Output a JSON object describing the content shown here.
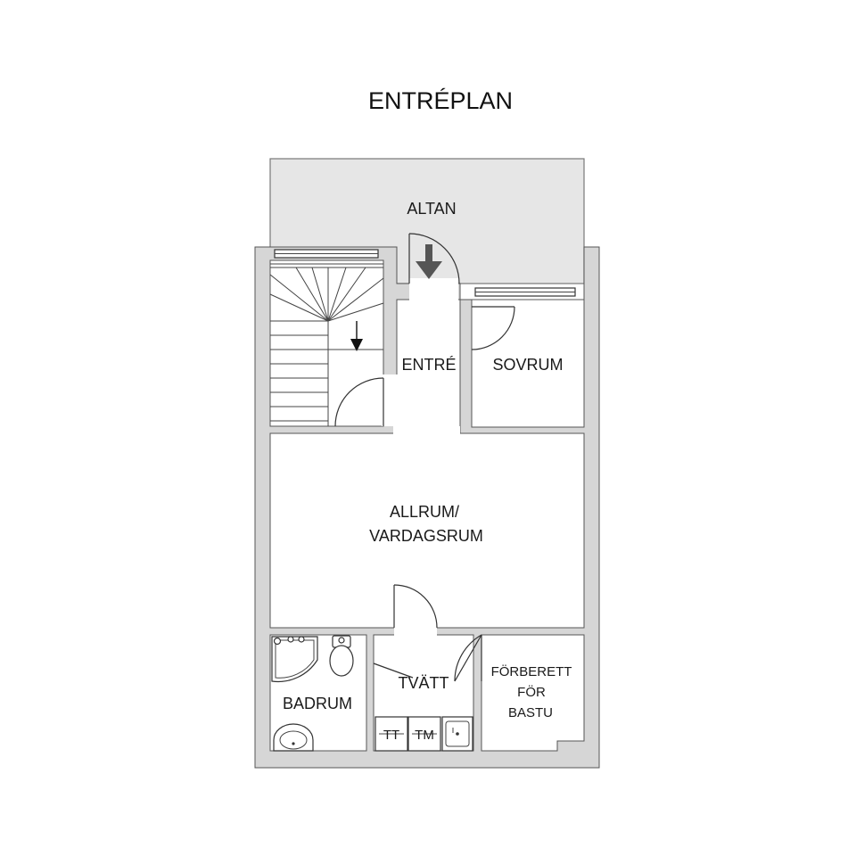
{
  "title": "ENTRÉPLAN",
  "colors": {
    "wall": "#d6d6d6",
    "wall_outline": "#555555",
    "terrace": "#e6e6e6",
    "room": "#ffffff",
    "arrow": "#555555"
  },
  "rooms": {
    "altan": "ALTAN",
    "entre": "ENTRÉ",
    "sovrum": "SOVRUM",
    "allrum": [
      "ALLRUM/",
      "VARDAGSRUM"
    ],
    "badrum": "BADRUM",
    "tvatt": "TVÄTT",
    "bastu": [
      "FÖRBERETT",
      "FÖR",
      "BASTU"
    ]
  },
  "appliances": {
    "tt": "TT",
    "tm": "TM"
  },
  "icons": [
    "entrance-arrow-icon",
    "stair-direction-arrow-icon",
    "toilet-icon",
    "washbasin-icon",
    "shower-icon",
    "sink-icon"
  ]
}
